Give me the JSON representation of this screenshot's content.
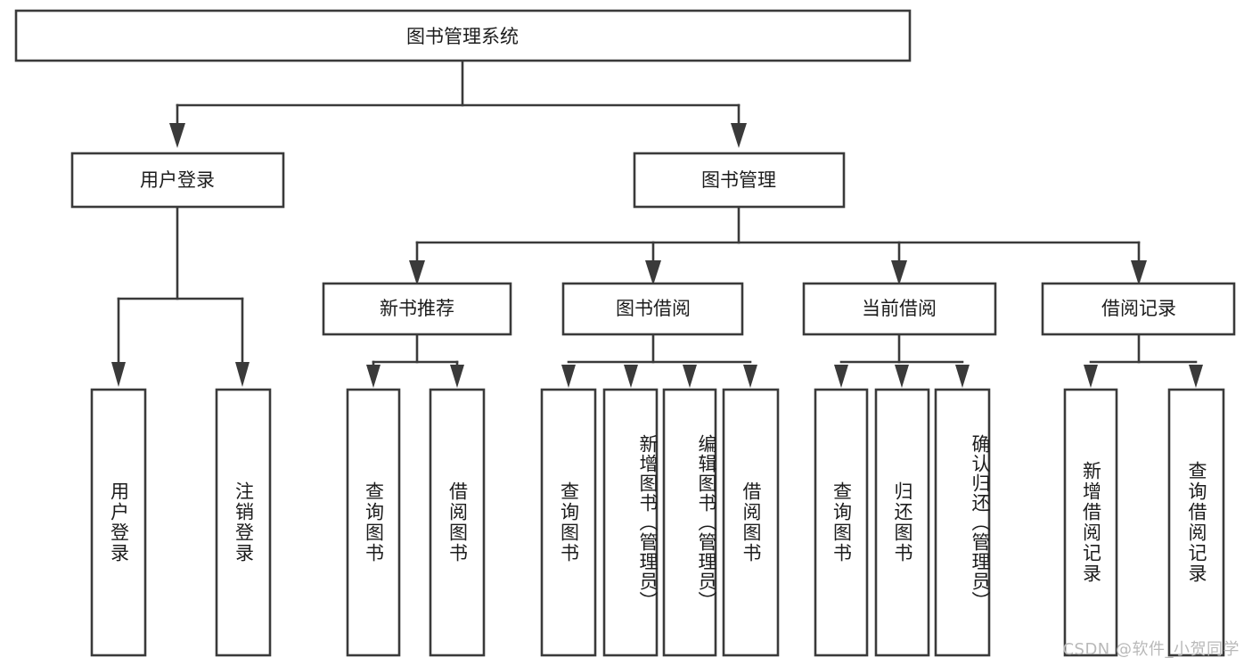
{
  "diagram": {
    "type": "hierarchy-tree",
    "orientation": "top-down",
    "watermark": "CSDN @软件_小贺同学",
    "colors": {
      "box_stroke": "#3a3a3a",
      "box_fill": "#ffffff",
      "connector": "#3a3a3a",
      "text": "#1c1c1c",
      "background": "#ffffff",
      "watermark": "#b9b9b9"
    },
    "root": {
      "label": "图书管理系统"
    },
    "level1": [
      {
        "label": "用户登录"
      },
      {
        "label": "图书管理"
      }
    ],
    "level2": [
      {
        "label": "新书推荐"
      },
      {
        "label": "图书借阅"
      },
      {
        "label": "当前借阅"
      },
      {
        "label": "借阅记录"
      }
    ],
    "leaves": {
      "user_login": [
        {
          "label": "用户登录"
        },
        {
          "label": "注销登录"
        }
      ],
      "new_book_recommend": [
        {
          "label": "查询图书"
        },
        {
          "label": "借阅图书"
        }
      ],
      "book_borrow": [
        {
          "label": "查询图书"
        },
        {
          "label": "新增图书（管理员）"
        },
        {
          "label": "编辑图书（管理员）"
        },
        {
          "label": "借阅图书"
        }
      ],
      "current_borrow": [
        {
          "label": "查询图书"
        },
        {
          "label": "归还图书"
        },
        {
          "label": "确认归还（管理员）"
        }
      ],
      "borrow_record": [
        {
          "label": "新增借阅记录"
        },
        {
          "label": "查询借阅记录"
        }
      ]
    }
  }
}
